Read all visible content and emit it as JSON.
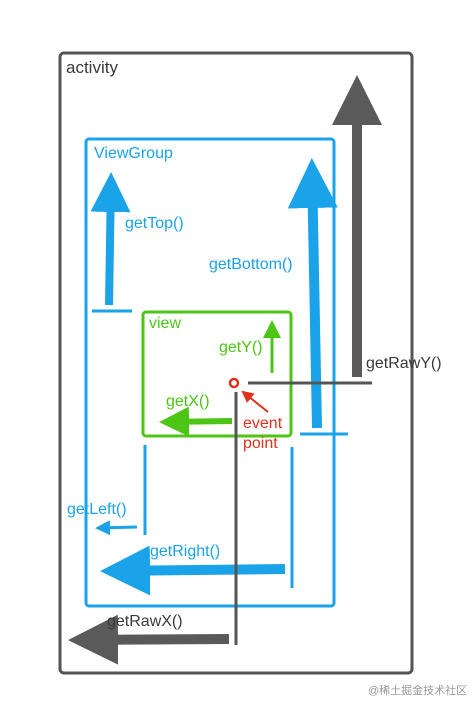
{
  "colors": {
    "activity": "#555555",
    "viewgroup": "#1aa3e8",
    "view": "#4cc515",
    "event": "#e0311b",
    "raw": "#5a5a5a"
  },
  "labels": {
    "activity": "activity",
    "viewgroup": "ViewGroup",
    "view": "view",
    "get_top": "getTop()",
    "get_bottom": "getBottom()",
    "get_left": "getLeft()",
    "get_right": "getRight()",
    "get_x": "getX()",
    "get_y": "getY()",
    "get_raw_x": "getRawX()",
    "get_raw_y": "getRawY()",
    "event_line1": "event",
    "event_line2": "point"
  },
  "watermark": "@稀土掘金技术社区"
}
